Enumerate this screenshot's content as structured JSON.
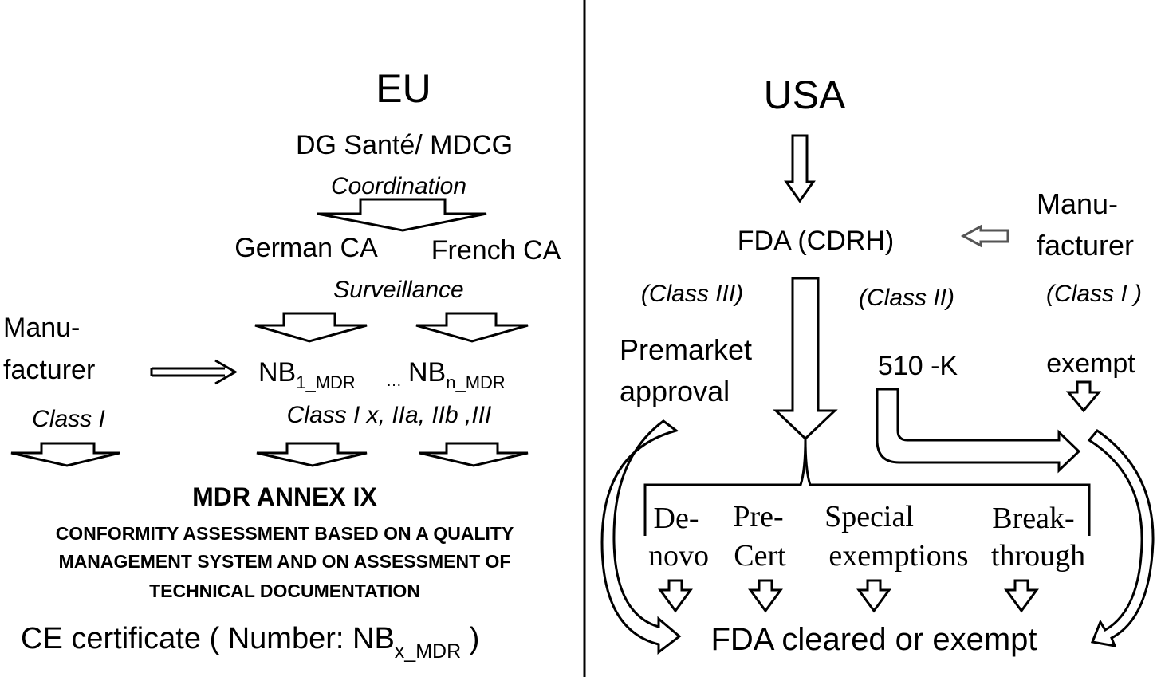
{
  "eu": {
    "title": "EU",
    "coordinator": "DG Santé/  MDCG",
    "coordination_label": "Coordination",
    "german_ca": "German CA",
    "french_ca": "French  CA",
    "surveillance_label": "Surveillance",
    "manufacturer_line1": "Manu-",
    "manufacturer_line2": "facturer",
    "nb1_main": "NB",
    "nb1_sub": "1_MDR",
    "nb_ellipsis": "…",
    "nbn_main": "NB",
    "nbn_sub": "n_MDR",
    "class_i_label": "Class I",
    "nb_classes_label": "Class I x, IIa, IIb ,III",
    "annex_title": "MDR ANNEX IX",
    "annex_line1": "CONFORMITY ASSESSMENT BASED ON A QUALITY",
    "annex_line2": "MANAGEMENT SYSTEM AND ON ASSESSMENT OF",
    "annex_line3": "TECHNICAL DOCUMENTATION",
    "certificate_prefix": "CE certificate  ( Number: NB",
    "certificate_sub": "x_MDR",
    "certificate_suffix": " )"
  },
  "usa": {
    "title": "USA",
    "fda": "FDA (CDRH)",
    "manufacturer_line1": "Manu-",
    "manufacturer_line2": "facturer",
    "class_iii_label": "(Class III)",
    "class_ii_label": "(Class II)",
    "class_i_label": "(Class I  )",
    "premarket_line1": "Premarket",
    "premarket_line2": "approval",
    "k510": "510 -K",
    "exempt": "exempt",
    "pathways": [
      {
        "line1": "De-",
        "line2": "novo"
      },
      {
        "line1": "Pre-",
        "line2": "Cert"
      },
      {
        "line1": "Special",
        "line2": "exemptions"
      },
      {
        "line1": "Break-",
        "line2": "through"
      }
    ],
    "outcome": "FDA cleared or exempt"
  }
}
